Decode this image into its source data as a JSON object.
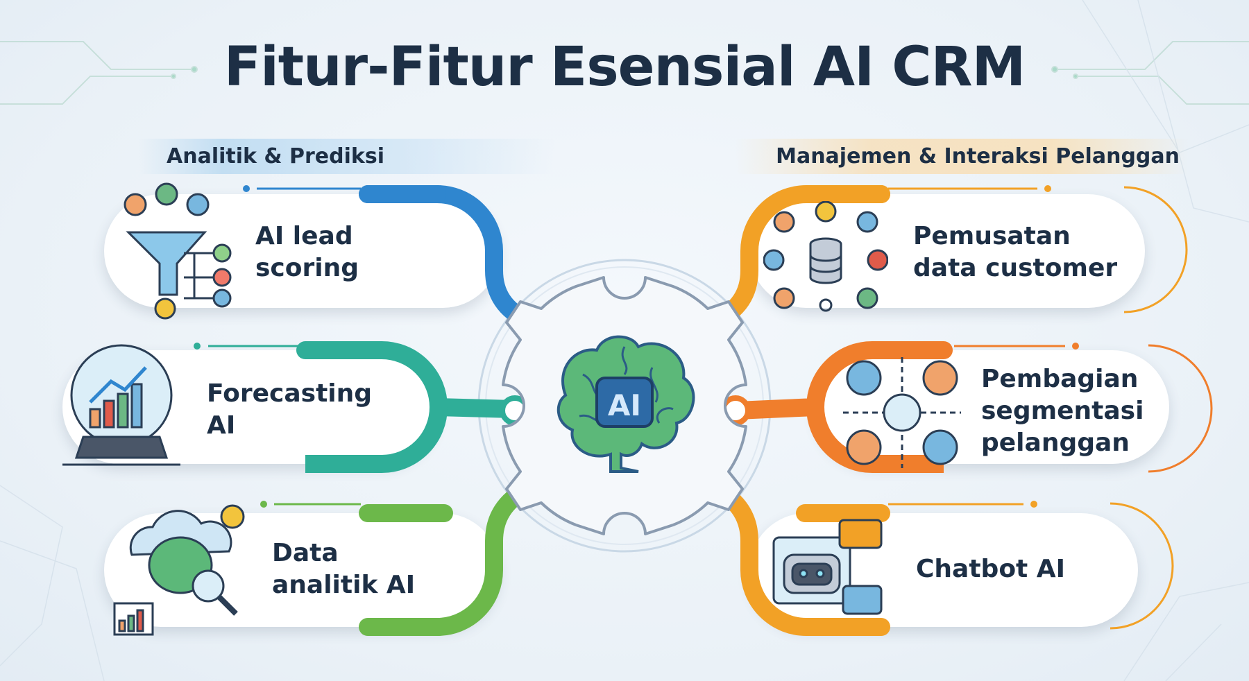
{
  "title": "Fitur-Fitur Esensial AI CRM",
  "center": {
    "badge": "AI"
  },
  "sections": {
    "left": "Analitik & Prediksi",
    "right": "Manajemen & Interaksi Pelanggan"
  },
  "features": {
    "left": [
      {
        "line1": "AI lead",
        "line2": "scoring",
        "color": "#2f86cf",
        "icon": "lead-funnel-icon"
      },
      {
        "line1": "Forecasting",
        "line2": "AI",
        "color": "#2fae98",
        "icon": "crystal-ball-chart-icon"
      },
      {
        "line1": "Data",
        "line2": "analitik AI",
        "color": "#6cb84a",
        "icon": "cloud-brain-analytics-icon"
      }
    ],
    "right": [
      {
        "line1": "Pemusatan",
        "line2": "data customer",
        "color": "#f2a126",
        "icon": "database-hub-icon"
      },
      {
        "line1": "Pembagian",
        "line2": "segmentasi",
        "line3": "pelanggan",
        "color": "#f07e2c",
        "icon": "customer-segmentation-icon"
      },
      {
        "line1": "Chatbot AI",
        "color": "#f2a126",
        "icon": "chatbot-icon"
      }
    ]
  },
  "colors": {
    "title": "#1d2f45",
    "blue": "#2f86cf",
    "teal": "#2fae98",
    "green": "#6cb84a",
    "orange_light": "#f2a126",
    "orange": "#f07e2c"
  }
}
